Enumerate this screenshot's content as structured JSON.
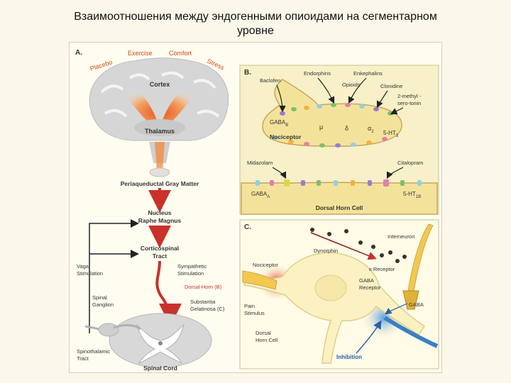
{
  "slide": {
    "title_line1": "Взаимоотношения между эндогенными опиоидами на сегментарном",
    "title_line2": "уровне"
  },
  "panel_a": {
    "letter": "A.",
    "arc_words": [
      "Placebo",
      "Exercise",
      "Comfort",
      "Stress"
    ],
    "cortex": "Cortex",
    "thalamus": "Thalamus",
    "pag": "Periaqueductal Gray Matter",
    "nrm_line1": "Nucleus",
    "nrm_line2": "Raphe Magnus",
    "cst_line1": "Corticospinal",
    "cst_line2": "Tract",
    "vagal_line1": "Vagal",
    "vagal_line2": "Stimulation",
    "symp_line1": "Sympathetic",
    "symp_line2": "Stimulation",
    "dorsal_horn": "Dorsal Horn (B)",
    "sg_line1": "Substantia",
    "sg_line2": "Gelatinosa (C)",
    "ganglion_line1": "Spinal",
    "ganglion_line2": "Ganglion",
    "stt_line1": "Spinothalamic",
    "stt_line2": "Tract",
    "spinal_cord": "Spinal Cord"
  },
  "panel_b": {
    "letter": "B.",
    "baclofen": "Baclofen",
    "endorphins": "Endorphins",
    "enkephalins": "Enkephalins",
    "opioids": "Opioids",
    "clonidine": "Clonidine",
    "methylserotonin_line1": "2-methyl -",
    "methylserotonin_line2": "sero-tonin",
    "gabab": "GABA",
    "gabab_sub": "B",
    "mu": "μ",
    "delta": "δ",
    "alpha2": "α",
    "alpha2_sub": "2",
    "ht3": "5-HT",
    "ht3_sub": "3",
    "nociceptor": "Nociceptor",
    "midazolam": "Midazolam",
    "citalopram": "Citalopram",
    "gabaa": "GABA",
    "gabaa_sub": "A",
    "ht1b": "5-HT",
    "ht1b_sub": "1B",
    "dorsal_horn_cell": "Dorsal Horn Cell"
  },
  "panel_c": {
    "letter": "C.",
    "interneuron": "Interneuron",
    "dynorphin": "Dynorphin",
    "nociceptor": "Nociceptor",
    "kappa": "κ Receptor",
    "gaba_receptor_line1": "GABA",
    "gaba_receptor_line2": "Receptor",
    "gaba": "GABA",
    "pain_line1": "Pain",
    "pain_line2": "Stimulus",
    "dhc_line1": "Dorsal",
    "dhc_line2": "Horn Cell",
    "inhibition": "Inhibition"
  },
  "colors": {
    "figure_bg": "#fffdf0",
    "panel_bg": "#f7f0c8",
    "brain_gray": "#d4d4d4",
    "descending_red": "#c8322a",
    "orange_glow": "#f08a3a",
    "membrane_yellow": "#f3e39a",
    "inhibition_blue": "#3a7fc4",
    "label_blue": "#2a5fa8"
  }
}
